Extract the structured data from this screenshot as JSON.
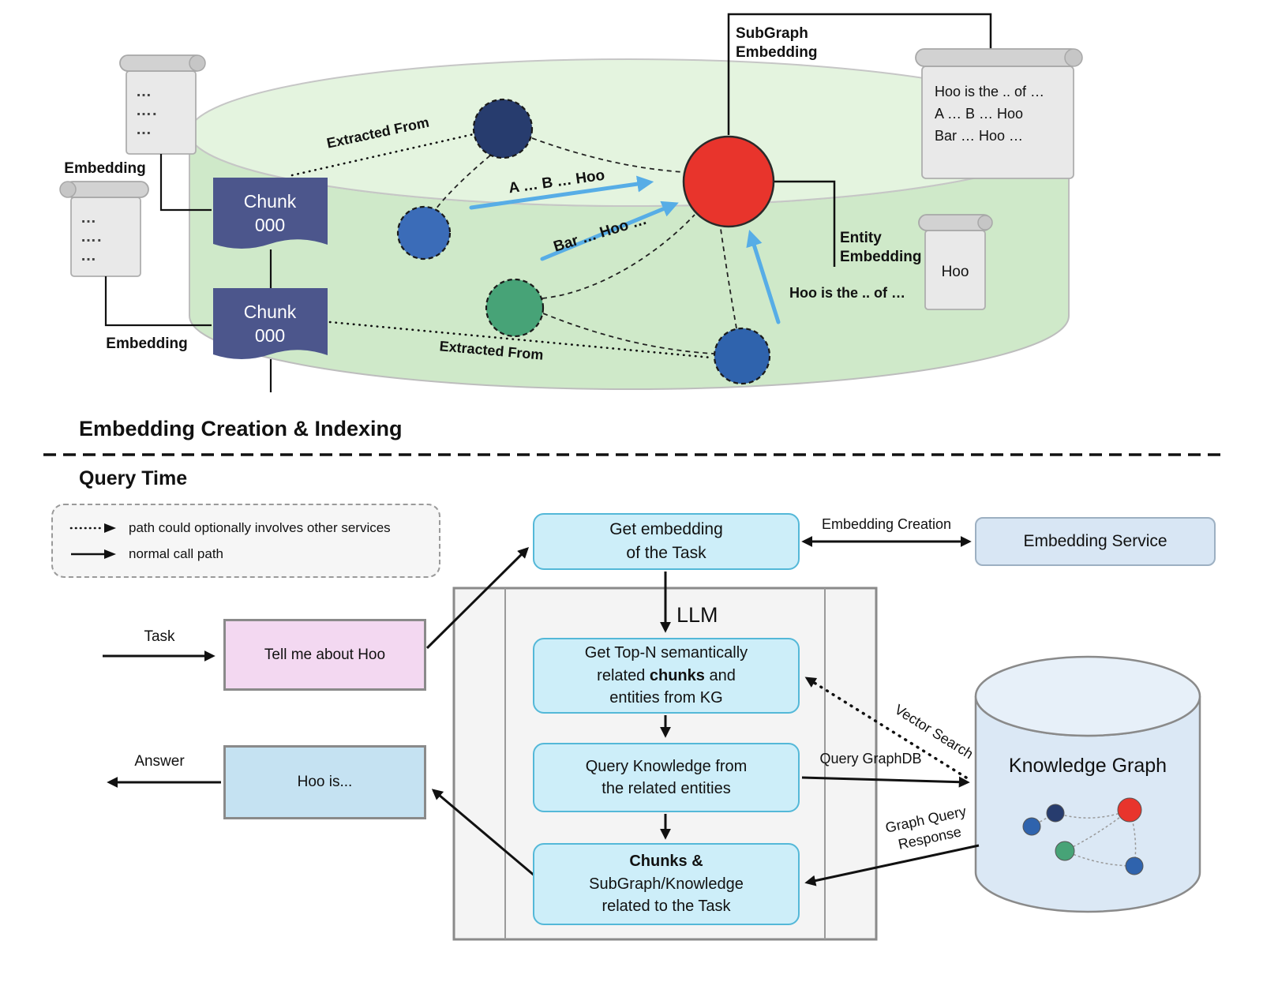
{
  "colors": {
    "flow_box_fill": "#cdeef9",
    "flow_box_border": "#54b8d8",
    "task_box_fill": "#f3d8f1",
    "answer_box_fill": "#c5e2f2",
    "chunk_box_fill": "#4c568c",
    "db_cylinder_top": "#e4f4df",
    "db_cylinder_side": "#cfe9c9",
    "kg_cylinder_fill": "#dbe8f5",
    "blue_arrow": "#57ade6",
    "node_navy": "#273c6e",
    "node_blue": "#2f63ad",
    "node_green": "#47a377",
    "node_red": "#e8342c"
  },
  "indexing": {
    "title": "Embedding Creation & Indexing",
    "embedding_label_top": "Embedding",
    "embedding_label_bottom": "Embedding",
    "chunk1": {
      "l1": "Chunk",
      "l2": "000"
    },
    "chunk2": {
      "l1": "Chunk",
      "l2": "000"
    },
    "extracted_from_top": "Extracted From",
    "extracted_from_bottom": "Extracted From",
    "edge_label_ab": "A … B … Hoo",
    "edge_label_bar": "Bar … Hoo …",
    "edge_label_hoo": "Hoo is the .. of …",
    "subgraph_embedding": {
      "l1": "SubGraph",
      "l2": "Embedding"
    },
    "entity_embedding": {
      "l1": "Entity",
      "l2": "Embedding"
    },
    "scroll_top_left": {
      "l1": "…",
      "l2": "….",
      "l3": "…"
    },
    "scroll_bottom_left": {
      "l1": "…",
      "l2": "….",
      "l3": "…"
    },
    "scroll_subgraph": {
      "l1": "Hoo is the .. of …",
      "l2": "A … B … Hoo",
      "l3": "Bar … Hoo …"
    },
    "scroll_entity_label": "Hoo"
  },
  "query": {
    "title": "Query Time",
    "legend": {
      "dotted_label": "path could optionally involves other services",
      "solid_label": "normal call path"
    },
    "get_embedding": {
      "l1": "Get embedding",
      "l2": "of the Task"
    },
    "embedding_creation_label": "Embedding Creation",
    "embedding_service": "Embedding Service",
    "llm_label": "LLM",
    "topn": {
      "l1": "Get Top-N semantically",
      "l2a": "related ",
      "l2b": "chunks",
      "l2c": " and",
      "l3": "entities from KG"
    },
    "query_knowledge": {
      "l1": "Query Knowledge from",
      "l2": "the related entities"
    },
    "chunks_box": {
      "l1": "Chunks &",
      "l2": "SubGraph/Knowledge",
      "l3": "related to the Task"
    },
    "task_label": "Task",
    "task_box": "Tell me about Hoo",
    "answer_label": "Answer",
    "answer_box": "Hoo is...",
    "vector_search_label": "Vector Search",
    "query_graphdb_label": "Query GraphDB",
    "graph_query_response": {
      "l1": "Graph Query",
      "l2": "Response"
    },
    "knowledge_graph_label": "Knowledge Graph"
  }
}
